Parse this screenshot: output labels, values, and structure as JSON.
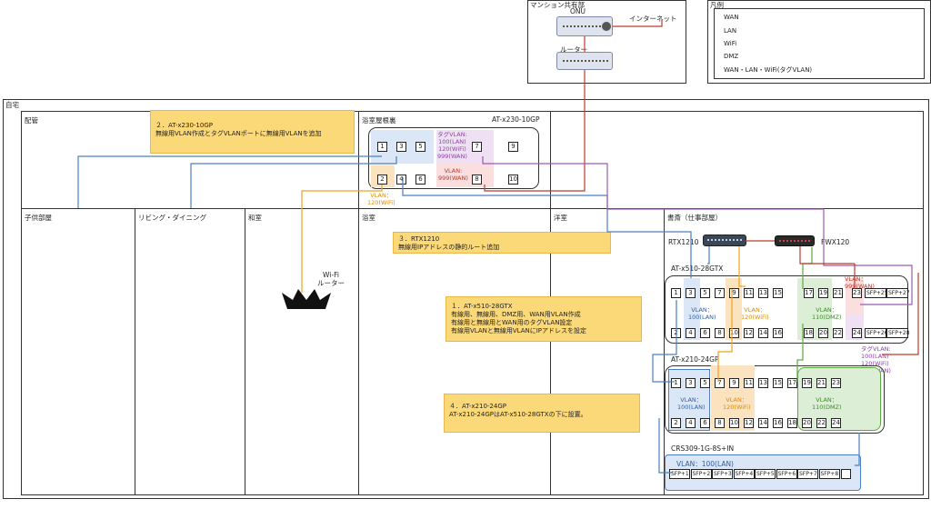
{
  "colors": {
    "wan": "#c0392b",
    "lan": "#4a7fc1",
    "wifi": "#f0a21d",
    "dmz": "#5aab3c",
    "tag": "#9b59b6"
  },
  "mansion": {
    "title": "マンション共有部",
    "onu": "ONU",
    "internet": "インターネット",
    "router": "ルーター"
  },
  "legend": {
    "title": "凡例",
    "items": [
      "WAN",
      "LAN",
      "WiFi",
      "DMZ",
      "WAN・LAN・WiFi(タグVLAN)"
    ]
  },
  "home": {
    "title": "自宅"
  },
  "rooms": {
    "haikan": "配管",
    "kodomo": "子供部屋",
    "living": "リビング・ダイニング",
    "washitsu": "和室",
    "yokushitsu": "浴室",
    "youshitsu": "洋室",
    "shosai": "書斎（仕事部屋）"
  },
  "bath_attic": {
    "title": "浴室屋根裏",
    "model": "AT-x230-10GP",
    "ports_top": [
      "1",
      "3",
      "5",
      "7",
      "9"
    ],
    "ports_bottom": [
      "2",
      "4",
      "6",
      "8",
      "10"
    ],
    "vlan_lan": "VLAN：\n120(WiFi)",
    "tag_vlan": "タグVLAN:\n100(LAN)\n120(WiFi)\n999(WAN)",
    "wan_vlan": "VLAN:\n999(WAN)"
  },
  "wifi_router": {
    "label": "Wi-Fi\nルーター"
  },
  "callouts": {
    "c2": "２．AT-x230-10GP\n無線用VLAN作成とタグVLANポートに無線用VLANを追加",
    "c3": "３．RTX1210\n無線用IPアドレスの静的ルート追加",
    "c1": "１．AT-x510-28GTX\n有線用、無線用、DMZ用、WAN用VLAN作成\n有線用と無線用とWAN用のタグVLAN設定\n有線用VLANと無線用VLANにIPアドレスを設定",
    "c4": "４．AT-x210-24GP\nAT-x210-24GPはAT-x510-28GTXの下に設置。"
  },
  "rtx": {
    "label": "RTX1210"
  },
  "fwx": {
    "label": "FWX120"
  },
  "x510": {
    "title": "AT-x510-28GTX",
    "top": [
      "1",
      "3",
      "5",
      "7",
      "9",
      "11",
      "13",
      "15",
      "17",
      "19",
      "21",
      "23"
    ],
    "bottom": [
      "2",
      "4",
      "6",
      "8",
      "10",
      "12",
      "14",
      "16",
      "18",
      "20",
      "22",
      "24"
    ],
    "sfp_top": [
      "SFP+25",
      "SFP+27"
    ],
    "sfp_bottom": [
      "SFP+26",
      "SFP+28"
    ],
    "vlan_lan": "VLAN：\n100(LAN)",
    "vlan_wifi": "VLAN：\n120(WiFi)",
    "vlan_dmz": "VLAN：\n110(DMZ)",
    "vlan_wan": "VLAN：\n999(WAN)",
    "tag": "タグVLAN:\n100(LAN)\n120(WiFi)\n999(WAN)"
  },
  "x210": {
    "title": "AT-x210-24GP",
    "top": [
      "1",
      "3",
      "5",
      "7",
      "9",
      "11",
      "13",
      "15",
      "17",
      "19",
      "21",
      "23"
    ],
    "bottom": [
      "2",
      "4",
      "6",
      "8",
      "10",
      "12",
      "14",
      "16",
      "18",
      "20",
      "22",
      "24"
    ],
    "vlan_lan": "VLAN：\n100(LAN)",
    "vlan_wifi": "VLAN：\n120(WiFi)",
    "vlan_dmz": "VLAN：\n110(DMZ)"
  },
  "crs": {
    "title": "CRS309-1G-8S+IN",
    "vlan": "VLAN：100(LAN)",
    "ports": [
      "SFP+1",
      "SFP+2",
      "SFP+3",
      "SFP+4",
      "SFP+5",
      "SFP+6",
      "SFP+7",
      "SFP+8"
    ]
  }
}
